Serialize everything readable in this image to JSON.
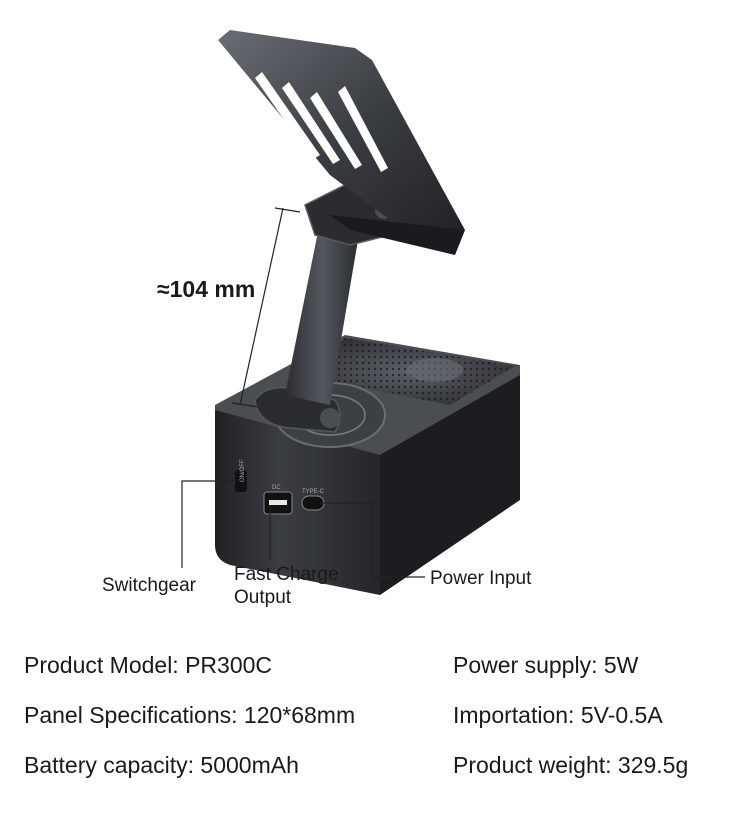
{
  "dimension_label": "≈104 mm",
  "callouts": {
    "switch": "Switchgear",
    "fast_charge": [
      "Fast Charge",
      "Output"
    ],
    "power_input": "Power Input"
  },
  "port_labels": {
    "switch": "ON/OFF",
    "usb_a": "DC",
    "usb_c": "TYPE-C"
  },
  "specs": {
    "left": [
      "Product Model: PR300C",
      "Panel Specifications: 120*68mm",
      "Battery capacity: 5000mAh"
    ],
    "right": [
      "Power supply: 5W",
      "Importation: 5V-0.5A",
      "Product weight: 329.5g"
    ]
  },
  "colors": {
    "body": "#2e3034",
    "highlight": "#5a5e64",
    "port_accent": "#e8e8e8"
  }
}
